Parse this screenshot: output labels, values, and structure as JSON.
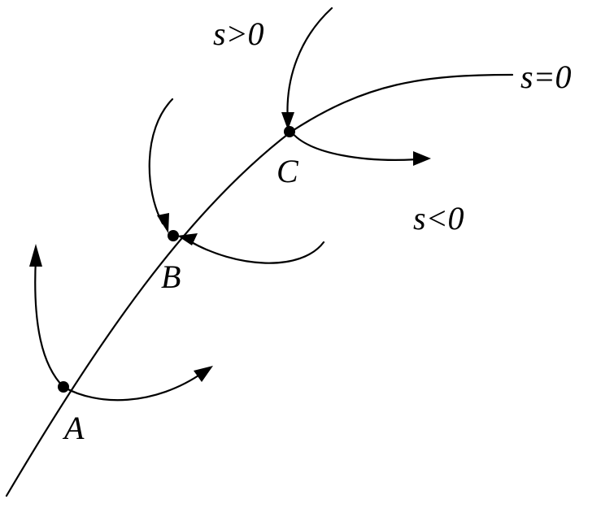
{
  "labels": {
    "surface": "s=0",
    "positive_region": "s>0",
    "negative_region": "s<0",
    "point_a": "A",
    "point_b": "B",
    "point_c": "C"
  },
  "colors": {
    "stroke": "#000000",
    "background": "#ffffff"
  }
}
